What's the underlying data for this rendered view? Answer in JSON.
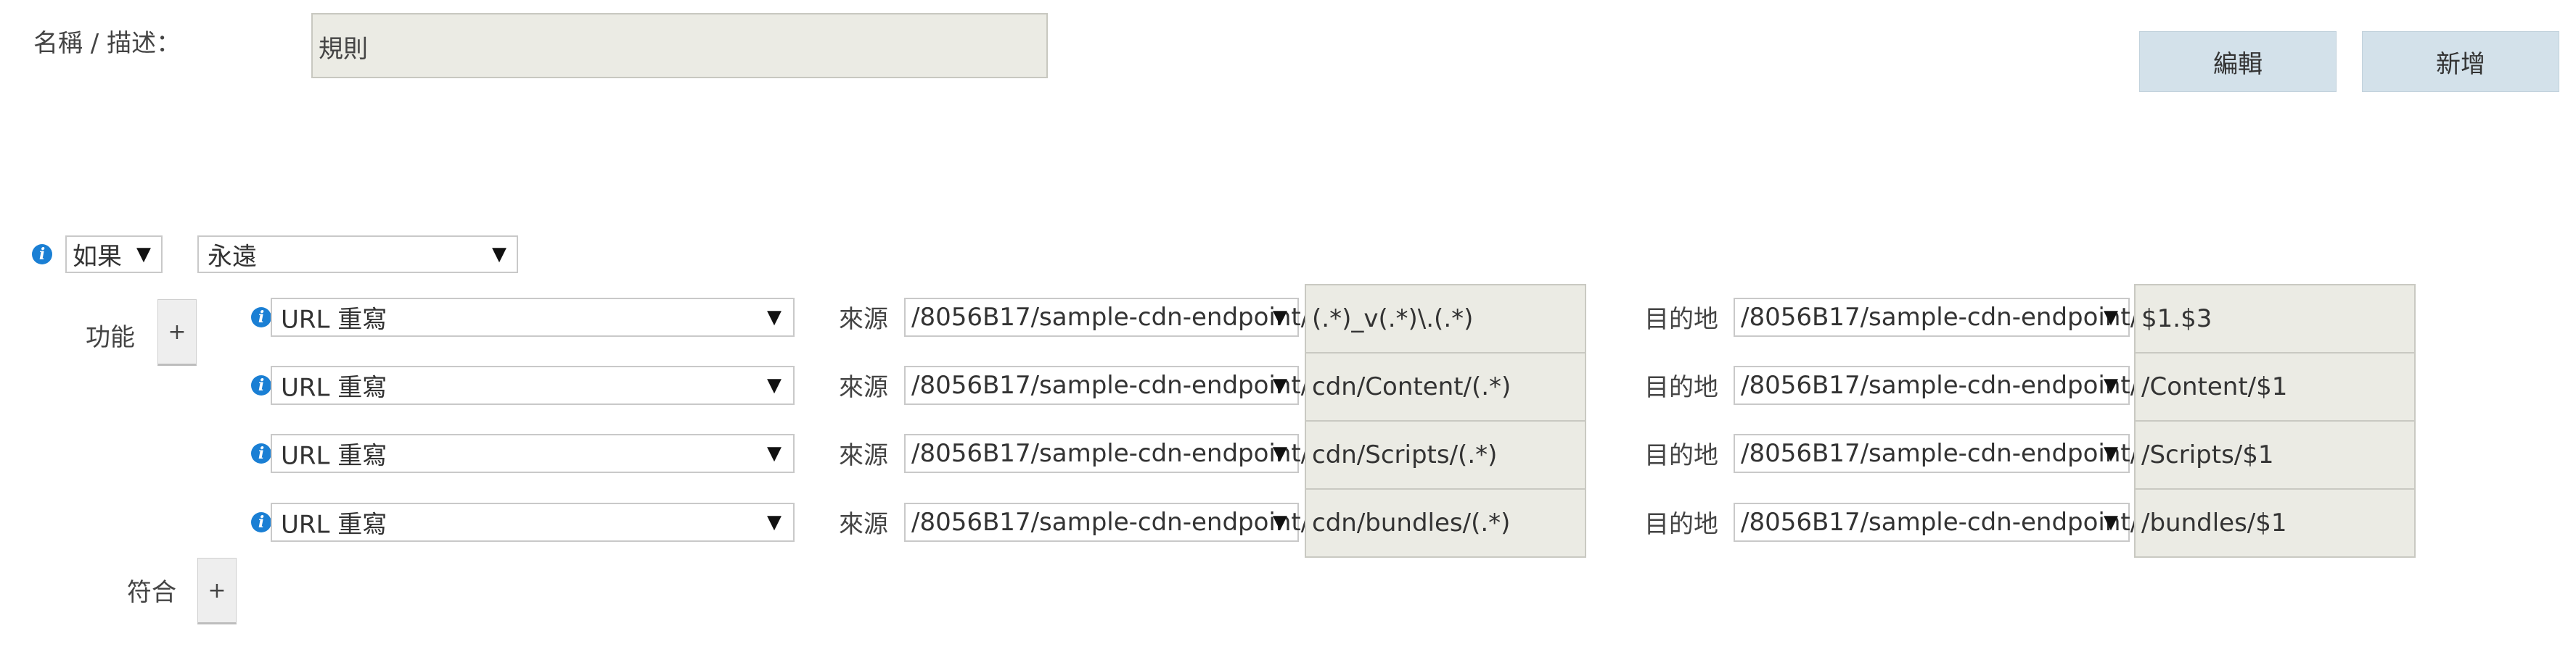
{
  "form": {
    "name_label": "名稱 / 描述：",
    "name_value": "規則",
    "edit_button": "編輯",
    "add_button": "新增"
  },
  "condition": {
    "if_label": "如果",
    "match_value": "永遠"
  },
  "features": {
    "label": "功能",
    "add_label": "+",
    "source_label": "來源",
    "dest_label": "目的地",
    "rows": [
      {
        "action": "URL 重寫",
        "source_prefix": "/8056B17/sample-cdn-endpoint/",
        "source_pattern": "(.*)_v(.*)\\.(.*)",
        "dest_prefix": "/8056B17/sample-cdn-endpoint/",
        "dest_value": "$1.$3"
      },
      {
        "action": "URL 重寫",
        "source_prefix": "/8056B17/sample-cdn-endpoint/",
        "source_pattern": "cdn/Content/(.*)",
        "dest_prefix": "/8056B17/sample-cdn-endpoint/",
        "dest_value": "/Content/$1"
      },
      {
        "action": "URL 重寫",
        "source_prefix": "/8056B17/sample-cdn-endpoint/",
        "source_pattern": "cdn/Scripts/(.*)",
        "dest_prefix": "/8056B17/sample-cdn-endpoint/",
        "dest_value": "/Scripts/$1"
      },
      {
        "action": "URL 重寫",
        "source_prefix": "/8056B17/sample-cdn-endpoint/",
        "source_pattern": "cdn/bundles/(.*)",
        "dest_prefix": "/8056B17/sample-cdn-endpoint/",
        "dest_value": "/bundles/$1"
      }
    ]
  },
  "match": {
    "label": "符合",
    "add_label": "+"
  },
  "icons": {
    "info": "info-icon",
    "dropdown": "chevron-down-icon",
    "add": "plus-icon"
  },
  "colors": {
    "info": "#1a7fd4",
    "button_bg": "#d3e1ea",
    "readonly_bg": "#ebebe4"
  }
}
